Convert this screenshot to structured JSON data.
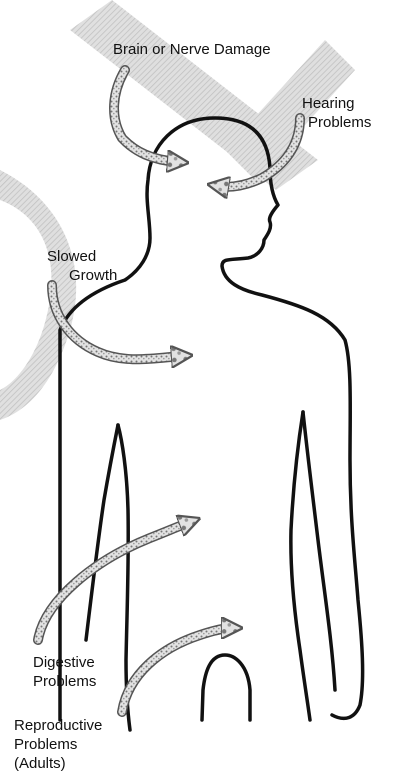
{
  "labels": {
    "brain": "Brain or Nerve Damage",
    "hearing": [
      "Hearing",
      "Problems"
    ],
    "growth": [
      "Slowed",
      "Growth"
    ],
    "digestive": [
      "Digestive",
      "Problems"
    ],
    "reproductive": [
      "Reproductive",
      "Problems",
      "(Adults)"
    ]
  },
  "colors": {
    "outline": "#111111",
    "watermark": "#c8c8c8",
    "arrow_fill": "#d8d8d8",
    "arrow_stroke": "#555555",
    "text": "#111111"
  },
  "icons": {
    "arrow": "curved-textured-arrow",
    "watermark": "diagonal-hatched-band"
  }
}
